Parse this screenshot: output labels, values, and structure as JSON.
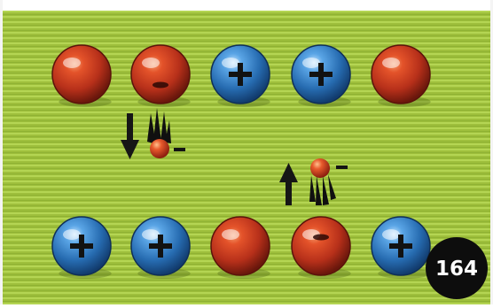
{
  "figure": {
    "badge_number": "164",
    "colors": {
      "background": "#9cbf3a",
      "stripe": "#b3d452",
      "positive_ion": "#2f78bd",
      "negative_ion": "#c8381b",
      "badge": "#0d0d0d",
      "arrow": "#161616"
    },
    "rows": {
      "top": [
        "negative",
        "negative",
        "positive",
        "positive",
        "negative"
      ],
      "bottom": [
        "positive",
        "positive",
        "negative",
        "negative",
        "positive"
      ]
    },
    "electrons": [
      {
        "direction": "down",
        "icon": "electron-descending-icon"
      },
      {
        "direction": "up",
        "icon": "electron-ascending-icon"
      }
    ]
  }
}
